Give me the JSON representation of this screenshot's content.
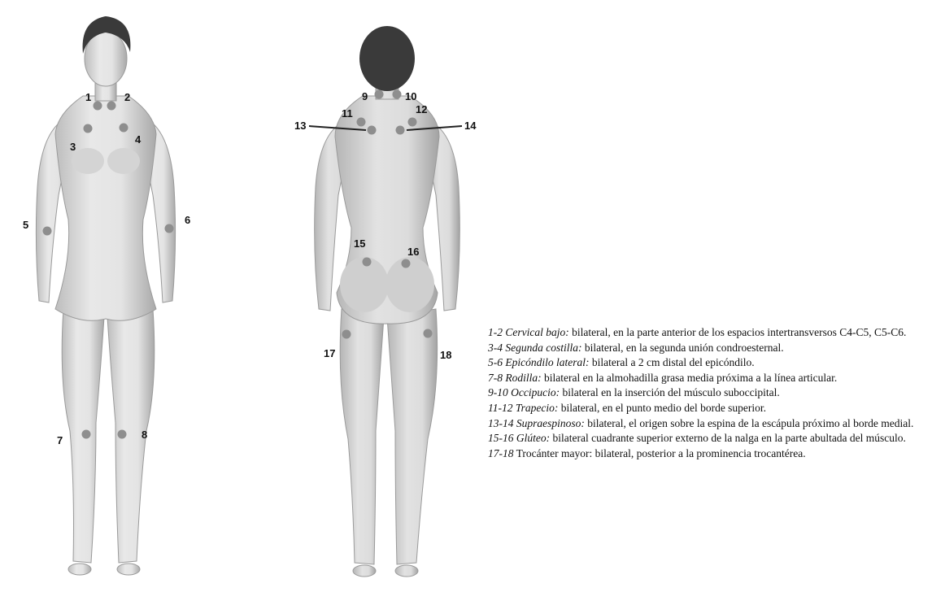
{
  "figure": {
    "point_numbers": [
      "1",
      "2",
      "3",
      "4",
      "5",
      "6",
      "7",
      "8",
      "9",
      "10",
      "11",
      "12",
      "13",
      "14",
      "15",
      "16",
      "17",
      "18"
    ]
  },
  "legend": [
    {
      "label": "1-2 Cervical bajo:",
      "text": " bilateral, en la parte anterior de los espacios intertransversos C4-C5, C5-C6."
    },
    {
      "label": "3-4 Segunda costilla:",
      "text": " bilateral, en la segunda unión condroesternal."
    },
    {
      "label": "5-6 Epicóndilo lateral:",
      "text": " bilateral a 2 cm distal del epicóndilo."
    },
    {
      "label": "7-8 Rodilla:",
      "text": " bilateral en la almohadilla grasa media próxima a la línea articular."
    },
    {
      "label": "9-10 Occipucio:",
      "text": " bilateral en la inserción del músculo suboccipital."
    },
    {
      "label": "11-12 Trapecio:",
      "text": " bilateral, en el punto medio del borde superior."
    },
    {
      "label": "13-14 Supraespinoso:",
      "text": " bilateral, el origen sobre la espina de la escápula próximo al borde medial."
    },
    {
      "label": "15-16 Glúteo:",
      "text": " bilateral cuadrante superior externo de la nalga en la parte abultada del músculo."
    },
    {
      "label": "17-18",
      "text": " Trocánter mayor: bilateral, posterior a la prominencia trocantérea."
    }
  ]
}
